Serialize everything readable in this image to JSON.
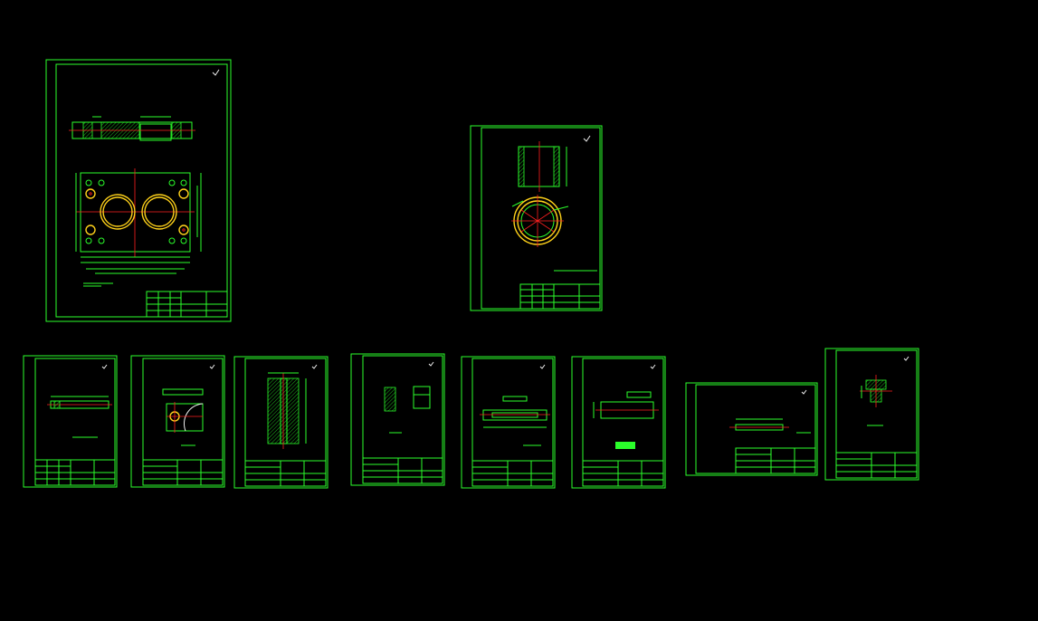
{
  "app": {
    "view": "CAD model space",
    "background": "#000000",
    "line_color": "#2bff2b",
    "accent_red": "#ff2020",
    "accent_yellow": "#ffd21a"
  },
  "sheets": [
    {
      "id": "sheet-1",
      "kind": "mold-plate-assembly",
      "icon": "drawing-sheet-icon"
    },
    {
      "id": "sheet-2",
      "kind": "bushing-part",
      "icon": "drawing-sheet-icon"
    },
    {
      "id": "sheet-3",
      "kind": "pin-part",
      "icon": "drawing-sheet-icon"
    },
    {
      "id": "sheet-4",
      "kind": "slot-plate-part",
      "icon": "drawing-sheet-icon"
    },
    {
      "id": "sheet-5",
      "kind": "sleeve-section",
      "icon": "drawing-sheet-icon"
    },
    {
      "id": "sheet-6",
      "kind": "block-part",
      "icon": "drawing-sheet-icon"
    },
    {
      "id": "sheet-7",
      "kind": "shaft-part",
      "icon": "drawing-sheet-icon"
    },
    {
      "id": "sheet-8",
      "kind": "rod-part",
      "icon": "drawing-sheet-icon"
    },
    {
      "id": "sheet-9",
      "kind": "bar-part-landscape",
      "icon": "drawing-sheet-icon"
    },
    {
      "id": "sheet-10",
      "kind": "insert-part",
      "icon": "drawing-sheet-icon"
    }
  ]
}
